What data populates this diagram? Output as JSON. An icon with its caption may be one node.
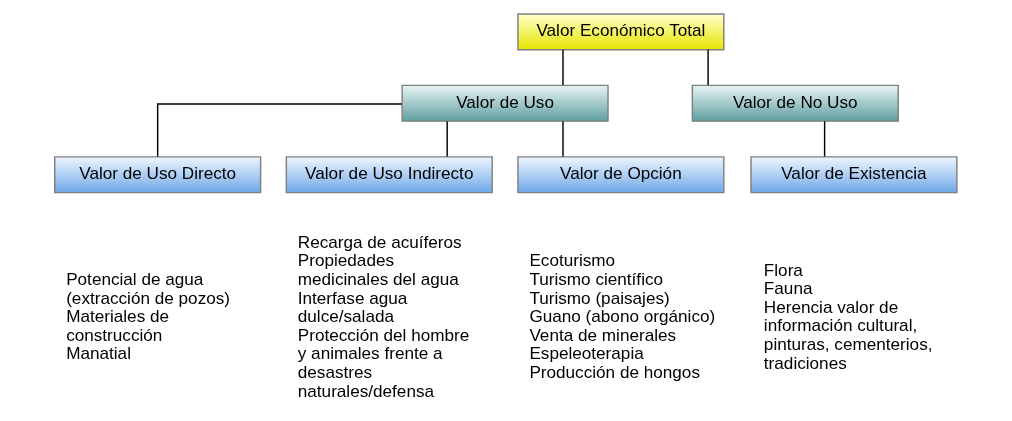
{
  "diagram": {
    "nodes": [
      {
        "text": [
          "Valor Económico Total"
        ]
      },
      {
        "text": [
          "Valor de Uso"
        ]
      },
      {
        "text": [
          "Valor de No Uso"
        ]
      },
      {
        "text": [
          "Valor de Uso Directo"
        ],
        "beside": [
          "Potencial de agua (extracción de pozos)",
          "Materiales de construcción",
          "Manatial"
        ]
      },
      {
        "text": [
          "Valor de Uso Indirecto"
        ],
        "beside": [
          "Recarga de acuíferos",
          "Propiedades medicinales del agua",
          "Interfase agua dulce/salada",
          "Protección del hombre y animales frente a desastres naturales/defensa"
        ]
      },
      {
        "text": [
          "Valor de Opción"
        ],
        "beside": [
          "Ecoturismo",
          "Turismo científico",
          "Turismo (paisajes)",
          "Guano (abono orgánico)",
          "Venta de minerales",
          "Espeleoterapia",
          "Producción de hongos"
        ]
      },
      {
        "text": [
          "Valor de Existencia"
        ],
        "beside": [
          "Flora",
          "Fauna",
          "Herencia valor de información cultural, pinturas, cementerios, tradiciones"
        ]
      }
    ],
    "edges": [
      {
        "from": 0,
        "to": 1,
        "arrow": "none"
      },
      {
        "from": 0,
        "to": 2,
        "arrow": "none"
      },
      {
        "from": 1,
        "to": 3,
        "arrow": "none"
      },
      {
        "from": 1,
        "to": 4,
        "arrow": "none"
      },
      {
        "from": 1,
        "to": 5,
        "arrow": "none"
      },
      {
        "from": 2,
        "to": 6,
        "arrow": "none"
      }
    ]
  }
}
